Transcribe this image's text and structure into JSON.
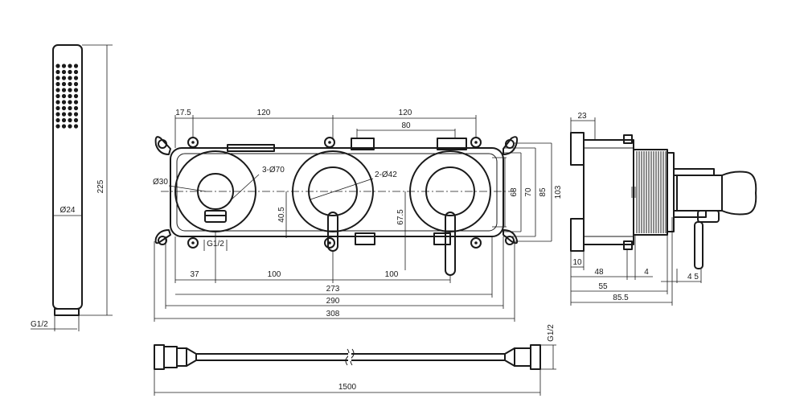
{
  "hand_shower": {
    "length": "225",
    "diameter": "Ø24",
    "thread": "G1/2"
  },
  "mixer_front": {
    "top_left_offset": "17.5",
    "handle_pitch_left": "120",
    "handle_pitch_right": "120",
    "inner_slot": "80",
    "plate_diameter": "3-Ø70",
    "knob_diameter": "2-Ø42",
    "outlet_diameter": "Ø30",
    "outlet_height": "40.5",
    "lever_height": "67.5",
    "bottom_offset": "37",
    "bottom_pitch_left": "100",
    "bottom_pitch_right": "100",
    "inner_width": "273",
    "body_width": "290",
    "overall_width": "308",
    "thread_label": "G1/2",
    "h_inner": "68",
    "h_mid": "70",
    "h_body": "85",
    "h_overall": "103"
  },
  "mixer_side": {
    "top_width": "23",
    "d10": "10",
    "d48": "48",
    "d4": "4",
    "d4_5": "4 5",
    "d55": "55",
    "d85_5": "85.5"
  },
  "hose": {
    "length": "1500",
    "thread": "G1/2"
  }
}
